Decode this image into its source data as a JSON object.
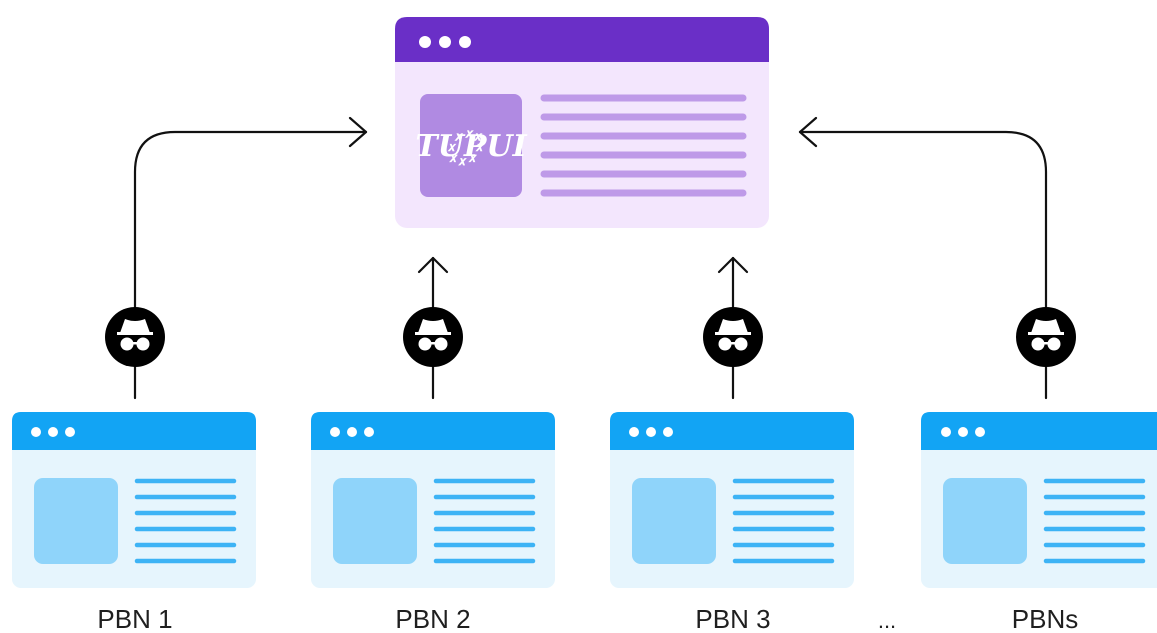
{
  "target_site": {
    "logo_text": "ΤU꙰ΡUI",
    "header_color": "#6A2FC7",
    "body_color": "#F3E6FD",
    "content_color": "#BE9AE8",
    "logo_box_color": "#B08AE2"
  },
  "pbn_sites": [
    {
      "label": "PBN 1"
    },
    {
      "label": "PBN 2"
    },
    {
      "label": "PBN 3"
    },
    {
      "label": "PBNs"
    }
  ],
  "ellipsis": "...",
  "colors": {
    "pbn_header": "#12A4F4",
    "pbn_body": "#E6F5FD",
    "pbn_box": "#8FD4FA",
    "pbn_lines": "#3DB3F5",
    "line": "#111111",
    "incognito_bg": "#000000",
    "incognito_fg": "#ffffff"
  },
  "icons": {
    "window_dots": "three-dots-icon",
    "incognito": "incognito-icon",
    "arrow": "arrow-head-icon"
  }
}
